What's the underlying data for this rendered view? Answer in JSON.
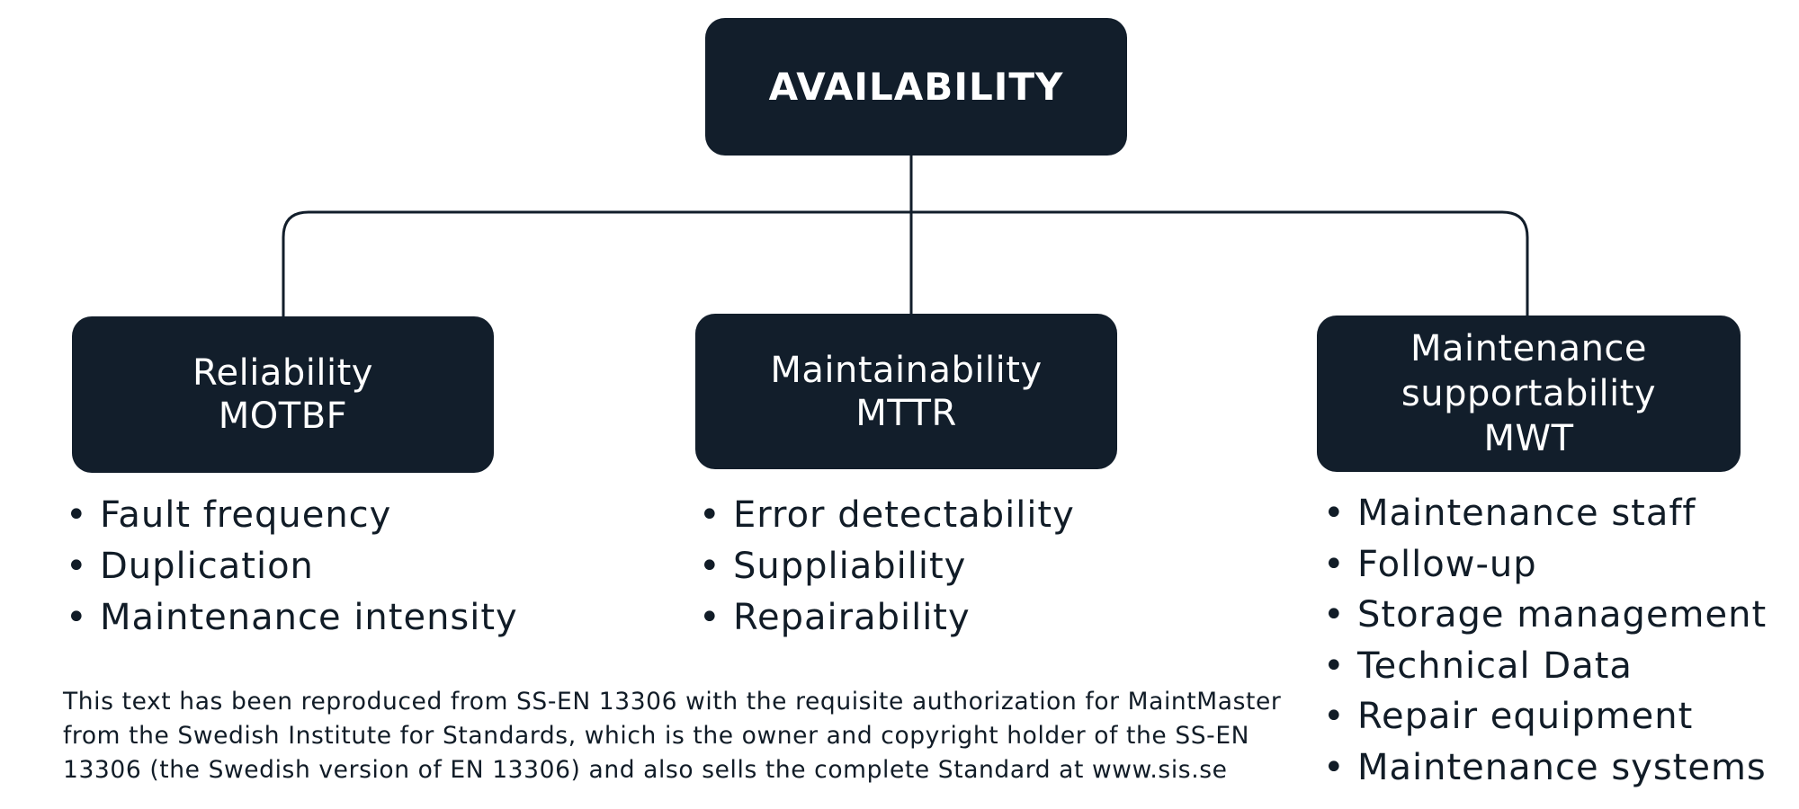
{
  "colors": {
    "box_fill": "#121e2b",
    "box_text": "#ffffff",
    "line": "#121e2b",
    "body_text": "#111c27",
    "background": "#ffffff"
  },
  "root": {
    "label": "AVAILABILITY"
  },
  "branches": [
    {
      "lines": [
        "Reliability",
        "MOTBF"
      ],
      "items": [
        "Fault frequency",
        "Duplication",
        "Maintenance intensity"
      ]
    },
    {
      "lines": [
        "Maintainability",
        "MTTR"
      ],
      "items": [
        "Error detectability",
        "Suppliability",
        "Repairability"
      ]
    },
    {
      "lines": [
        "Maintenance",
        "supportability",
        "MWT"
      ],
      "items": [
        "Maintenance staff",
        "Follow-up",
        "Storage management",
        "Technical Data",
        "Repair equipment",
        "Maintenance systems"
      ]
    }
  ],
  "footnote": {
    "lines": [
      "This text has been reproduced from SS-EN 13306 with the requisite authorization for MaintMaster",
      "from the Swedish Institute for Standards, which is the owner and copyright holder of the SS-EN",
      "13306 (the Swedish version of EN 13306) and also sells the complete Standard at www.sis.se"
    ]
  }
}
